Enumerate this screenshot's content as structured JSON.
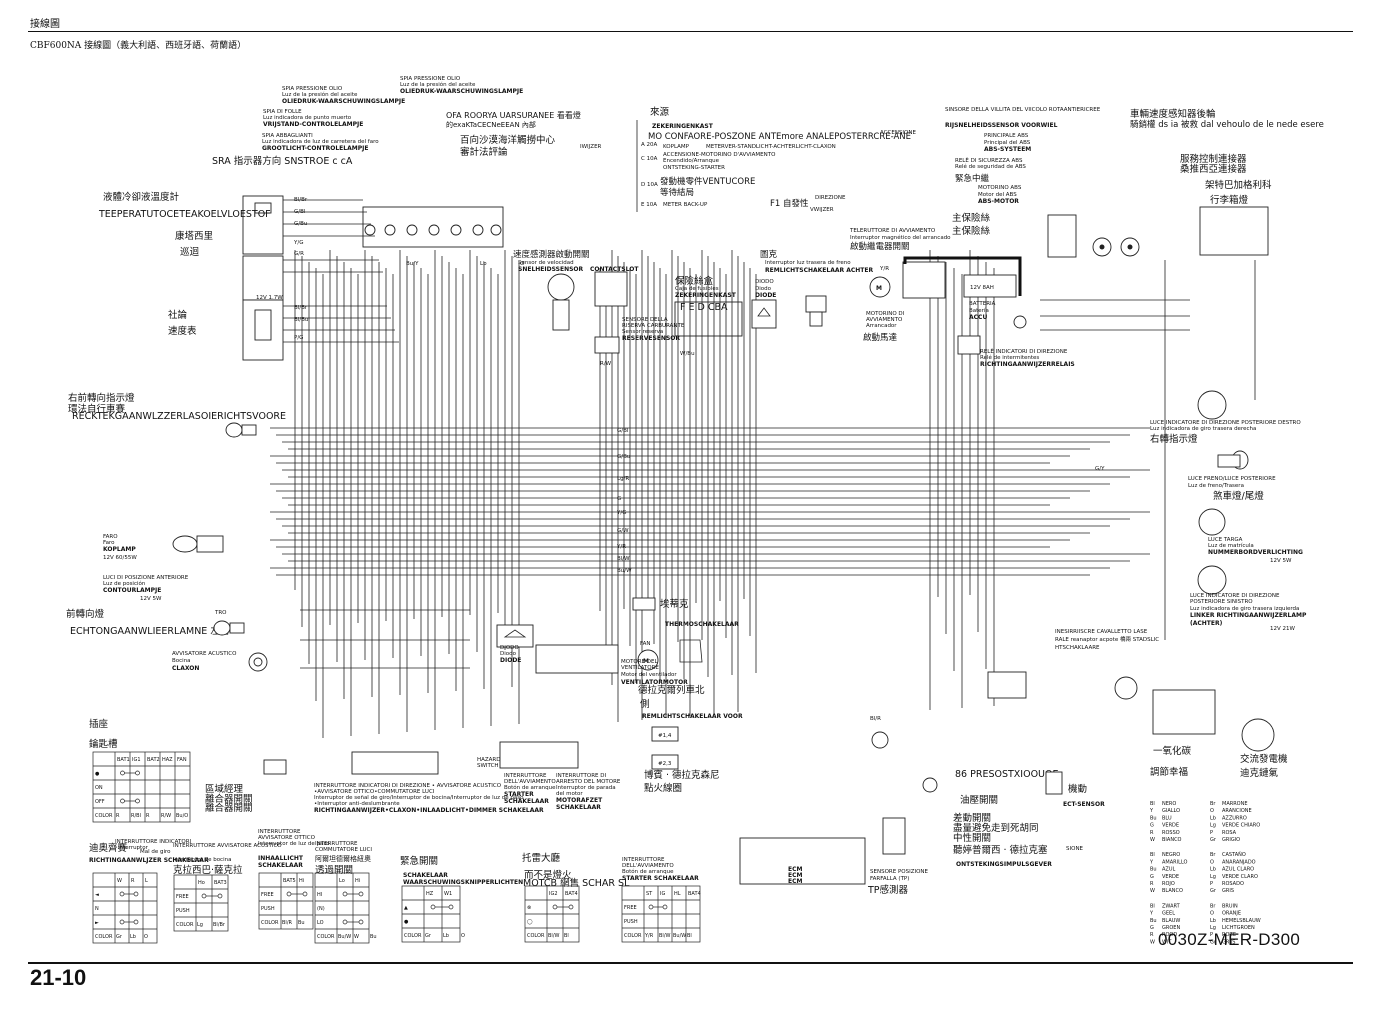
{
  "header": {
    "section": "接線圖",
    "title": "CBF600NA 接線圖（義大利語、西班牙語、荷蘭語）"
  },
  "footer": {
    "page_number": "21-10",
    "part_code": "0030Z-MER-D300"
  },
  "labels": {
    "spia_olio": [
      "SPIA PRESSIONE OLIO",
      "Luz de la presión del aceite",
      "OLIEDRUK-WAARSCHUWINGSLAMPJE"
    ],
    "spia_olio2": [
      "SPIA PRESSIONE OLIO",
      "Luz de la presión del aceite",
      "OLIEDRUK-WAARSCHUWINGSLAMPJE"
    ],
    "spia_folle": [
      "SPIA DI FOLLE",
      "Luz indicadora de punto muerto",
      "VRIJSTAND-CONTROLELAMPJE"
    ],
    "spia_abbaglianti": [
      "SPIA ABBAGLIANTI",
      "Luz indicadora de luz de carretera del faro",
      "GROOTLICHT-CONTROLELAMPJE"
    ],
    "sra": "SRA 指示器方向 SNSTROE c cA",
    "coolant_temp": "液體冷卻液溫度計",
    "coolant_temp_en": "TEEPERATUTOCETEAKOELVLOESTOF",
    "kangta": "康塔西里",
    "xunlu": "巡迴",
    "shelun": "社論",
    "speedo": "速度表",
    "gauge_small": "12V 1.7W",
    "fuse_title": "來源",
    "fuse_zek": "ZEKERINGENKAST",
    "fuse_line1": "MO CONFAORE-POSZONE ANTEmore ANALEPOSTERRCRE-ANE",
    "fuse_rows": [
      {
        "id": "A",
        "amp": "20A",
        "text": "KOPLAMP",
        "text2": "METERVER-STANDLICHT-ACHTERLICHT-CLAXON"
      },
      {
        "id": "C",
        "amp": "10A",
        "text": "ACCENSIONE-MOTORINO D'AVVIAMENTO",
        "text2": "Encendido/Arranque"
      },
      {
        "id": "",
        "amp": "",
        "text": "ONTSTEKING-STARTER",
        "text2": ""
      },
      {
        "id": "D",
        "amp": "10A",
        "text": "發動機零件VENTUCORE",
        "text2": "等待結局"
      },
      {
        "id": "E",
        "amp": "10A",
        "text": "METER BACK-UP",
        "text2": "F1 自發性"
      }
    ],
    "fuse_wijzer": "IWIJZER",
    "fuse_vwijzer": "VWIJZER",
    "fuse_direzione": "DIREZIONE",
    "accensione": "ACCENSIONE",
    "cn_flasher": "OFA ROORYA UARSURANEE 看看燈",
    "cn_flasher2": "的exaKTaCECNeEEAN 內部",
    "cn_flasher3": "百向沙漠海洋觸撈中心",
    "cn_flasher4": "審計法評論",
    "abs_title": "SINSORE DELLA VILLITA DEL VIICOLO ROTAANTIERICREE",
    "abs_sensor": "RIJSNELHEIDSSENSOR VOORWIEL",
    "abs_principale": [
      "PRINCIPALE ABS",
      "Principal del ABS",
      "ABS-SYSTEEM"
    ],
    "abs_rele": [
      "RELÈ DI SICUREZZA ABS",
      "Relé de seguridad de ABS"
    ],
    "abs_emergency": "緊急中繼",
    "abs_motor": [
      "MOTORINO ABS",
      "Motor del ABS",
      "ABS-MOTOR"
    ],
    "cn_wheel_speed": "車輛速度感知器後輪",
    "cn_wheel_speed2": "騎銷權 ds ia 被救 dal vehoulo de le nede esere",
    "cn_service": "服務控制連接器",
    "cn_service2": "桑推西亞連接器",
    "cn_luggage": "架特巴加格利科",
    "cn_luggage2": "行李箱燈",
    "main_fuse": "主保險絲",
    "main_fuse2": "主保險絲",
    "starter_relay": [
      "TELERUTTORE DI AVVIAMENTO",
      "Interruptor magnético del arrancado"
    ],
    "starter_cn": "啟動繼電器開關",
    "diode_cn": "圖克",
    "brake_rear": [
      "Interruptor luz trasera de freno",
      "REMLICHTSCHAKELAAR ACHTER"
    ],
    "speed_sensor_cn": "速度感測器啟動開關",
    "speed_sensor": "SNELHEIDSSENSOR",
    "contactslot": "CONTACTSLOT",
    "sensor_velocidad": "Sensor de velocidad",
    "fuse_box_cn": "保險絲盒",
    "fuse_box": [
      "Caja de fusibles",
      "ZEKERINGENKAST"
    ],
    "fuse_letters": "F  E  D  CBA",
    "diodo": [
      "DIODO",
      "Diodo",
      "DIODE"
    ],
    "riserva": [
      "SENSORE DELLA",
      "RISERVA CARBURANTE",
      "Sensor reserva",
      "RESERVESENSOR"
    ],
    "motorino": [
      "MOTORINO DI",
      "AVVIAMENTO",
      "Arrancador"
    ],
    "motor_cn": "啟動馬達",
    "batteria": [
      "12V 8AH",
      "BATTERIA",
      "Batería",
      "ACCU"
    ],
    "rele_dir": [
      "RELÈ INDICATORI DI DIREZIONE",
      "Relé de intermitentes",
      "RICHTINGAANWIJZERRELAIS"
    ],
    "front_turn_cn": "右前轉向指示燈",
    "front_turn_cn2": "環法自行車賽",
    "front_turn": "RECKTEKGAANWLZZERLASOIERICHTSVOORE",
    "faro": [
      "FARO",
      "Faro",
      "KOPLAMP",
      "12V 60/55W"
    ],
    "luci_pos": [
      "LUCI DI POSIZIONE ANTERIORE",
      "Luz de posición",
      "CONTOURLAMPJE",
      "12V 5W"
    ],
    "front_left_cn": "前轉向燈",
    "front_left": "ECHTONGAANWLIEERLAMNE 左前",
    "tro": "TRO",
    "avvisatore": [
      "AVVISATORE ACUSTICO",
      "Bocina",
      "CLAXON"
    ],
    "rear_right": [
      "LUCE INDICATORE DI DIREZIONE POSTERIORE DESTRO",
      "Luz indicadora de giro trasera derecha"
    ],
    "rear_right_cn": "右轉指示燈",
    "luce_freno": [
      "LUCE FRENO/LUCE POSTERIORE",
      "Luz de freno/Trasera"
    ],
    "tail_cn": "煞車燈/尾燈",
    "luce_targa": [
      "LUCE TARGA",
      "Luz de matrícula",
      "NUMMERBORDVERLICHTING",
      "12V 5W"
    ],
    "rear_left": [
      "LUCE INDICATORE DI DIREZIONE",
      "POSTERIORE SINISTRO",
      "Luz indicadora de giro trasera izquierda",
      "LINKER RICHTINGAANWIJZERLAMP",
      "(ACHTER)",
      "12V 21W"
    ],
    "thermo_cn": "埃蒂克",
    "thermo": "THERMOSCHAKELAAR",
    "ventilatore": [
      "MOTORE DEL",
      "VENTILATORE",
      "Motor del ventilador",
      "VENTILATORMOTOR"
    ],
    "fan_cn": "德拉克爾列車北",
    "fan_cn2": "側",
    "fan": "FAN",
    "brake_front": "REMLICHTSCHAKELAAR VOOR",
    "brake_front_cn": "博賓 · 德拉克森尼",
    "brake_front_cn2": "點火線圈",
    "inclination": [
      "INESIRRIISCRE CAVALLETTO LASE",
      "RALE reanaptor acpote 橋兩 STADSLIC",
      "HTSCHAKLAARE"
    ],
    "o2_cn": "一氧化碳",
    "o2_cn2": "調節幸福",
    "alt_cn": "交流發電機",
    "alt_cn2": "迪克鏈氣",
    "pressostato": "86 PRESOSTXIOOUOE",
    "oil_cn": "油壓開關",
    "ect": "ECT-SENSOR",
    "ect_cn": "機動",
    "neutral_cn": "差動開關",
    "neutral_cn2": "盡量避免走到死胡同",
    "neutral_cn3": "中性開關",
    "ign_pulse_cn": "聽婷普爾西 · 德拉克塞",
    "ign_pulse": "ONTSTEKINGSIMPULSGEVER",
    "sione": "SIONE",
    "tp_sensor": [
      "SENSORE POSIZIONE",
      "FARFALLA (TP)"
    ],
    "tp_cn": "TP感測器",
    "ecm": [
      "ECM",
      "ECM",
      "ECM"
    ],
    "hazard": [
      "HAZARD",
      "SWITCH"
    ],
    "dir_switch": [
      "INTERRUTTORE INDICATORI DI DIREZIONE • AVVISATORE ACUSTICO",
      "•AVVISATORE OTTICO•COMMUTATORE LUCI",
      "Interruptor de señal de giro/Interruptor de bocina/Interruptor de luz de paso",
      "•Interruptor anti-deslumbrante",
      "RICHTINGAANWIJZER•CLAXON•INLAADLICHT•DIMMER SCHAKELAAR"
    ],
    "area_cn": "區域經理",
    "area_cn2": "離合器開關",
    "area_cn3": "離合器開關",
    "starter_sw": [
      "INTERRUTTORE",
      "DELL'AVVIAMENTO",
      "Botón de arranque",
      "STARTER",
      "SCHAKELAAR"
    ],
    "stop_sw": [
      "INTERRUTTORE DI",
      "ARRESTO DEL MOTORE",
      "Interruptor de parada",
      "del motor",
      "MOTORAFZET",
      "SCHAKELAAR"
    ],
    "legend_switch_title": "插座",
    "legend_switch_title2": "鑰匙槽",
    "legend_dir_title": "迪奧齊賽",
    "legend_dir_title2": "RICHTINGAANWLJZER SCHAKELAAR",
    "legend_dir_sub": [
      "INTERRUTTORE INDICATORI",
      "Interruptor",
      "Mal de giro"
    ],
    "legend_light_title": "INTERRUTTORE AVVISATORE ACUSTICO",
    "legend_light_sub": [
      "Interruptor de bocina",
      "克拉西巴·薩克拉"
    ],
    "legend_optic": [
      "INTERRUTTORE",
      "AVVISATORE OTTICO",
      "Interruptor de luz de paso",
      "INHAALLICHT",
      "SCHAKELAAR"
    ],
    "legend_comm": [
      "INTERRUTTORE",
      "COMMUTATORE LUCI",
      "阿爾坦德爾格紐奧",
      "透過開關"
    ],
    "legend_hazard_cn": "緊急開關",
    "legend_hazard": [
      "SCHAKELAAR",
      "WAARSCHUWINGSKNIPPERLICHTEN"
    ],
    "legend_tolei_cn": "托雷大廳",
    "legend_tolei_cn2": "而不是燈火",
    "legend_tolei": "MOTCB 網售 SCHAR SL",
    "legend_starter": [
      "INTERRUTTORE",
      "DELL'AVVIAMENTO",
      "Botón de arranque",
      "STARTER SCHAKELAAR"
    ]
  },
  "legend_tables": [
    {
      "id": "ign",
      "cols": [
        "",
        "BAT1",
        "IG1",
        "BAT2",
        "HAZ",
        "FAN"
      ],
      "rows": [
        "●",
        "ON",
        "OFF",
        "COLOR"
      ],
      "color_row": [
        "R",
        "R/Bl",
        "R",
        "R/W",
        "Bu/O"
      ]
    },
    {
      "id": "dir",
      "cols": [
        "",
        "W",
        "R",
        "L"
      ],
      "rows": [
        "◄",
        "N",
        "►",
        "COLOR"
      ],
      "color_row": [
        "Gr",
        "Lb",
        "O"
      ]
    },
    {
      "id": "horn",
      "cols": [
        "",
        "Ho",
        "BAT3"
      ],
      "rows": [
        "FREE",
        "PUSH",
        "COLOR"
      ],
      "color_row": [
        "Lg",
        "Bl/Br"
      ]
    },
    {
      "id": "optic",
      "cols": [
        "",
        "BAT5",
        "Hi"
      ],
      "rows": [
        "FREE",
        "PUSH",
        "COLOR"
      ],
      "color_row": [
        "Bl/R",
        "Bu"
      ]
    },
    {
      "id": "comm",
      "cols": [
        "",
        "Lo",
        "Hi"
      ],
      "rows": [
        "HI",
        "(N)",
        "LO",
        "COLOR"
      ],
      "color_row": [
        "Bu/W",
        "W",
        "Bu"
      ]
    },
    {
      "id": "hazard",
      "cols": [
        "",
        "HZ",
        "W1"
      ],
      "rows": [
        "▲",
        "●",
        "COLOR"
      ],
      "color_row": [
        "Gr",
        "Lb",
        "O"
      ]
    },
    {
      "id": "stop",
      "cols": [
        "",
        "IG2",
        "BAT4"
      ],
      "rows": [
        "⊗",
        "◯",
        "COLOR"
      ],
      "color_row": [
        "Bl/W",
        "Bl"
      ]
    },
    {
      "id": "starter",
      "cols": [
        "",
        "ST",
        "IG",
        "HL",
        "BAT4"
      ],
      "rows": [
        "FREE",
        "PUSH",
        "COLOR"
      ],
      "color_row": [
        "Y/R",
        "Bl/W",
        "Bu/W",
        "Bl"
      ]
    }
  ],
  "color_legend": [
    [
      "Bl",
      "NERO",
      "Br",
      "MARRONE"
    ],
    [
      "Y",
      "GIALLO",
      "O",
      "ARANCIONE"
    ],
    [
      "Bu",
      "BLU",
      "Lb",
      "AZZURRO"
    ],
    [
      "G",
      "VERDE",
      "Lg",
      "VERDE CHIARO"
    ],
    [
      "R",
      "ROSSO",
      "P",
      "ROSA"
    ],
    [
      "W",
      "BIANCO",
      "Gr",
      "GRIGIO"
    ],
    [
      "Bl",
      "NEGRO",
      "Br",
      "CASTAÑO"
    ],
    [
      "Y",
      "AMARILLO",
      "O",
      "ANARANJADO"
    ],
    [
      "Bu",
      "AZUL",
      "Lb",
      "AZUL CLARO"
    ],
    [
      "G",
      "VERDE",
      "Lg",
      "VERDE CLARO"
    ],
    [
      "R",
      "ROJO",
      "P",
      "ROSADO"
    ],
    [
      "W",
      "BLANCO",
      "Gr",
      "GRIS"
    ],
    [
      "Bl",
      "ZWART",
      "Br",
      "BRUIN"
    ],
    [
      "Y",
      "GEEL",
      "O",
      "ORANJE"
    ],
    [
      "Bu",
      "BLAUW",
      "Lb",
      "HEMELSBLAUW"
    ],
    [
      "G",
      "GROEN",
      "Lg",
      "LICHTGROEN"
    ],
    [
      "R",
      "ROOD",
      "P",
      "ROZE"
    ],
    [
      "W",
      "WIT",
      "Gr",
      "GRIJS"
    ]
  ],
  "wire_codes": [
    "Bl/Br",
    "G/Bl",
    "G/Bu",
    "Y/G",
    "G/R",
    "Bl/Br",
    "Bl/Bu",
    "P/G",
    "Bu/Y",
    "Lb",
    "O",
    "G/Bl",
    "Y/R",
    "Bl/W",
    "Bu/W",
    "R/W",
    "W/Bu",
    "G/Y",
    "Bl/R",
    "Lg/R",
    "G/Bu",
    "G",
    "Y/G",
    "G/W",
    "Y/R"
  ]
}
